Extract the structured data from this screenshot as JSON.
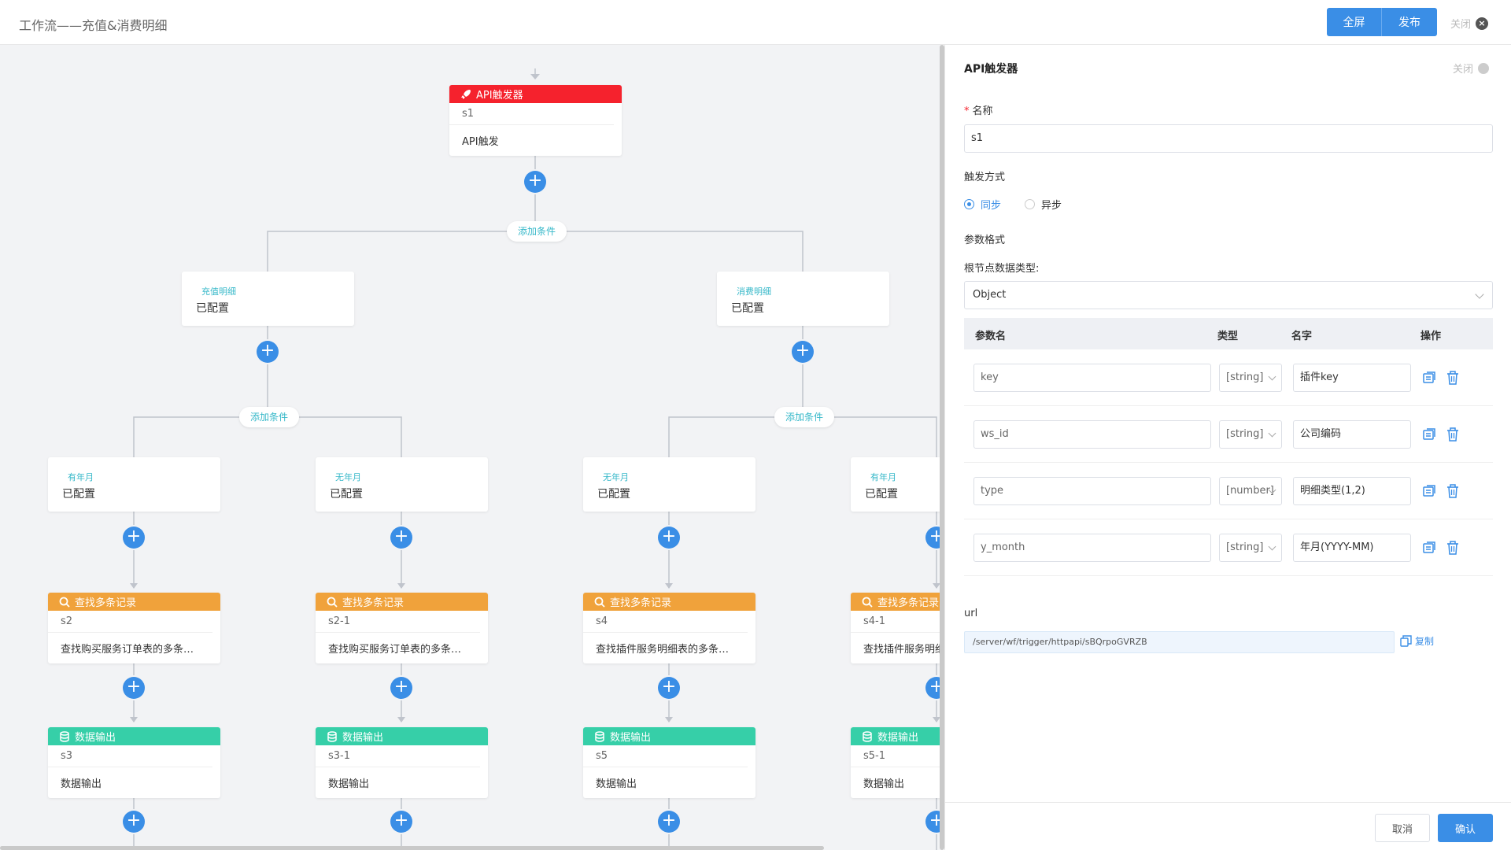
{
  "header": {
    "title": "工作流——充值&消费明细",
    "fullscreen_label": "全屏",
    "publish_label": "发布",
    "close_label": "关闭"
  },
  "flow": {
    "trigger": {
      "type": "API触发器",
      "id": "s1",
      "desc": "API触发"
    },
    "add_condition_label": "添加条件",
    "branches": [
      {
        "name": "充值明细",
        "status": "已配置"
      },
      {
        "name": "消费明细",
        "status": "已配置"
      }
    ],
    "columns": [
      {
        "cond_name": "有年月",
        "cond_status": "已配置",
        "find_type": "查找多条记录",
        "find_id": "s2",
        "find_desc": "查找购买服务订单表的多条…",
        "out_type": "数据输出",
        "out_id": "s3",
        "out_desc": "数据输出"
      },
      {
        "cond_name": "无年月",
        "cond_status": "已配置",
        "find_type": "查找多条记录",
        "find_id": "s2-1",
        "find_desc": "查找购买服务订单表的多条…",
        "out_type": "数据输出",
        "out_id": "s3-1",
        "out_desc": "数据输出"
      },
      {
        "cond_name": "无年月",
        "cond_status": "已配置",
        "find_type": "查找多条记录",
        "find_id": "s4",
        "find_desc": "查找插件服务明细表的多条…",
        "out_type": "数据输出",
        "out_id": "s5",
        "out_desc": "数据输出"
      },
      {
        "cond_name": "有年月",
        "cond_status": "已配置",
        "find_type": "查找多条记录",
        "find_id": "s4-1",
        "find_desc": "查找插件服务明细表的多条…",
        "out_type": "数据输出",
        "out_id": "s5-1",
        "out_desc": "数据输出"
      }
    ]
  },
  "panel": {
    "title": "API触发器",
    "close_label": "关闭",
    "name_label": "名称",
    "name_value": "s1",
    "trigger_mode_label": "触发方式",
    "mode_sync": "同步",
    "mode_async": "异步",
    "param_format_label": "参数格式",
    "root_type_label": "根节点数据类型:",
    "root_type_value": "Object",
    "table_headers": {
      "param": "参数名",
      "type": "类型",
      "name": "名字",
      "action": "操作"
    },
    "params": [
      {
        "param": "key",
        "type": "[string]",
        "name": "插件key"
      },
      {
        "param": "ws_id",
        "type": "[string]",
        "name": "公司编码"
      },
      {
        "param": "type",
        "type": "[number]",
        "name": "明细类型(1,2)"
      },
      {
        "param": "y_month",
        "type": "[string]",
        "name": "年月(YYYY-MM)"
      }
    ],
    "url_label": "url",
    "url_value": "/server/wf/trigger/httpapi/sBQrpoGVRZB",
    "copy_label": "复制",
    "cancel_label": "取消",
    "ok_label": "确认"
  },
  "colors": {
    "accent": "#3a8ee6",
    "trigger": "#f5222d",
    "find": "#f0a23b",
    "output": "#36cfa8",
    "cond": "#36b8c9"
  }
}
